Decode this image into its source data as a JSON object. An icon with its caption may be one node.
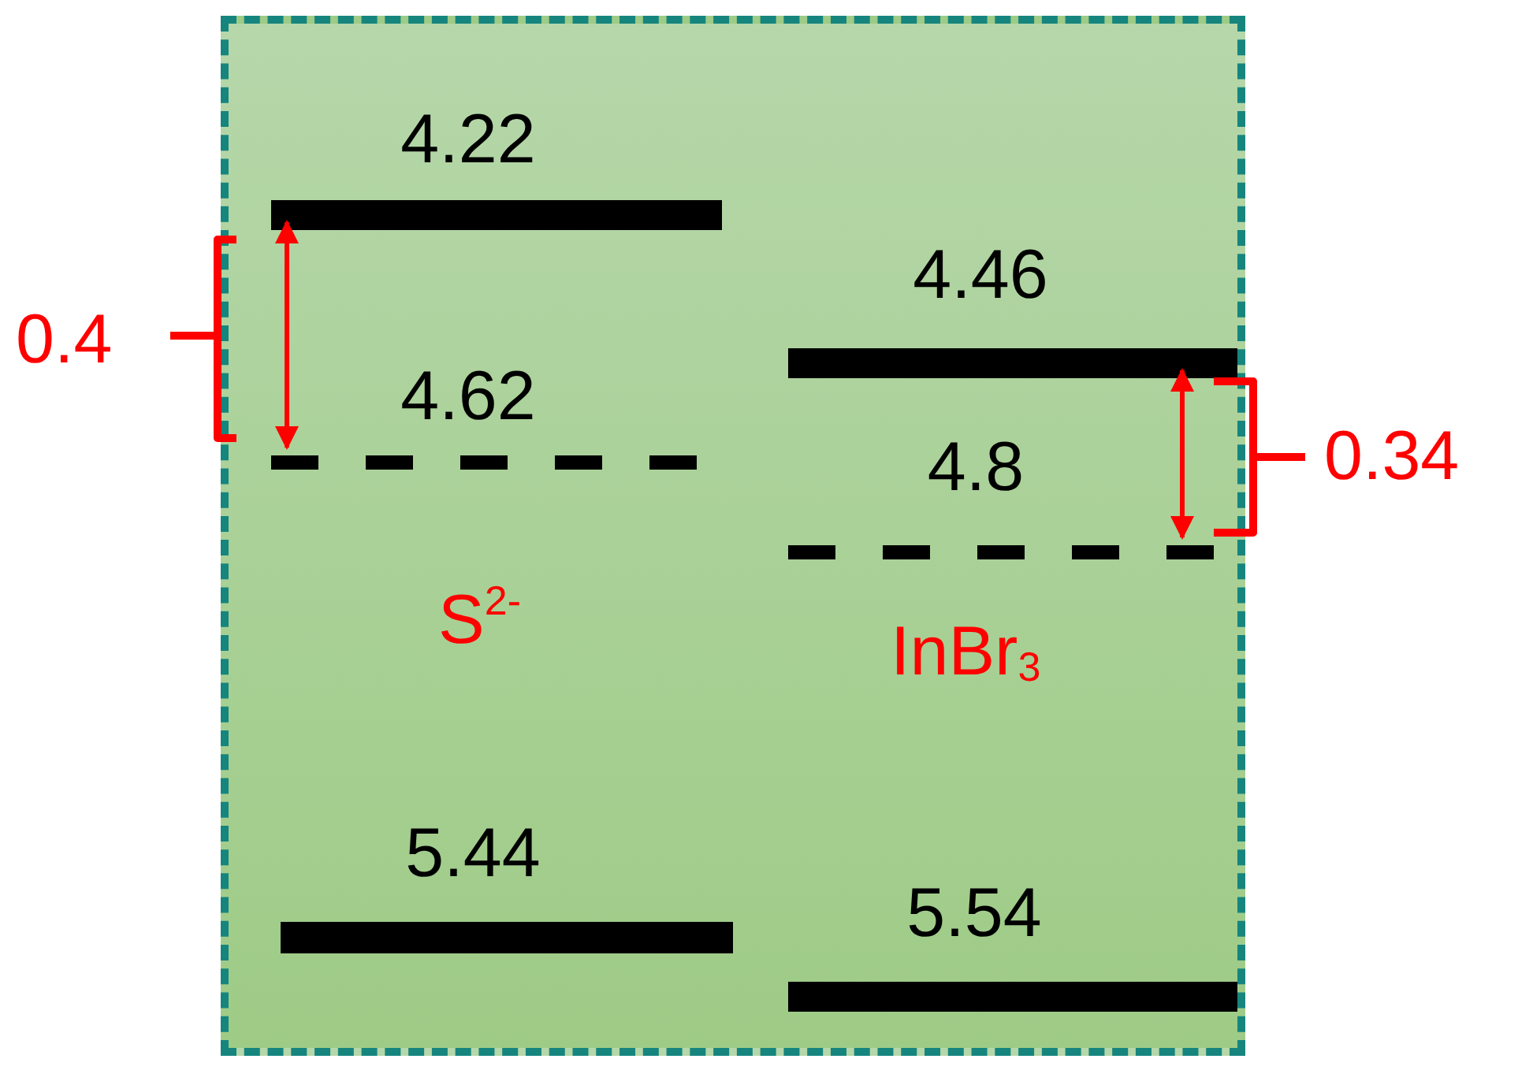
{
  "diagram": {
    "nodes": [
      {
        "text": [],
        "shape": "box"
      },
      {
        "text": [],
        "shape": "bar",
        "in": 0,
        "beside": [
          "4.22"
        ]
      },
      {
        "text": [],
        "shape": "line",
        "in": 0,
        "beside": [
          "4.62"
        ]
      },
      {
        "text": [],
        "shape": "bar",
        "in": 0,
        "beside": [
          "4.46"
        ]
      },
      {
        "text": [],
        "shape": "line",
        "in": 0,
        "beside": [
          "4.8"
        ]
      },
      {
        "text": [],
        "shape": "bar",
        "in": 0,
        "beside": [
          "5.44"
        ]
      },
      {
        "text": [],
        "shape": "bar",
        "in": 0,
        "beside": [
          "5.54"
        ]
      }
    ],
    "edges": [
      {
        "from": 1,
        "to": 2,
        "arrow": "both",
        "color": "#ff0000"
      },
      {
        "from": 3,
        "to": 4,
        "arrow": "both",
        "color": "#ff0000"
      }
    ],
    "labels": [
      "0.4",
      "0.34",
      "S$^{2-}$",
      "InBr$_{3}$"
    ]
  }
}
